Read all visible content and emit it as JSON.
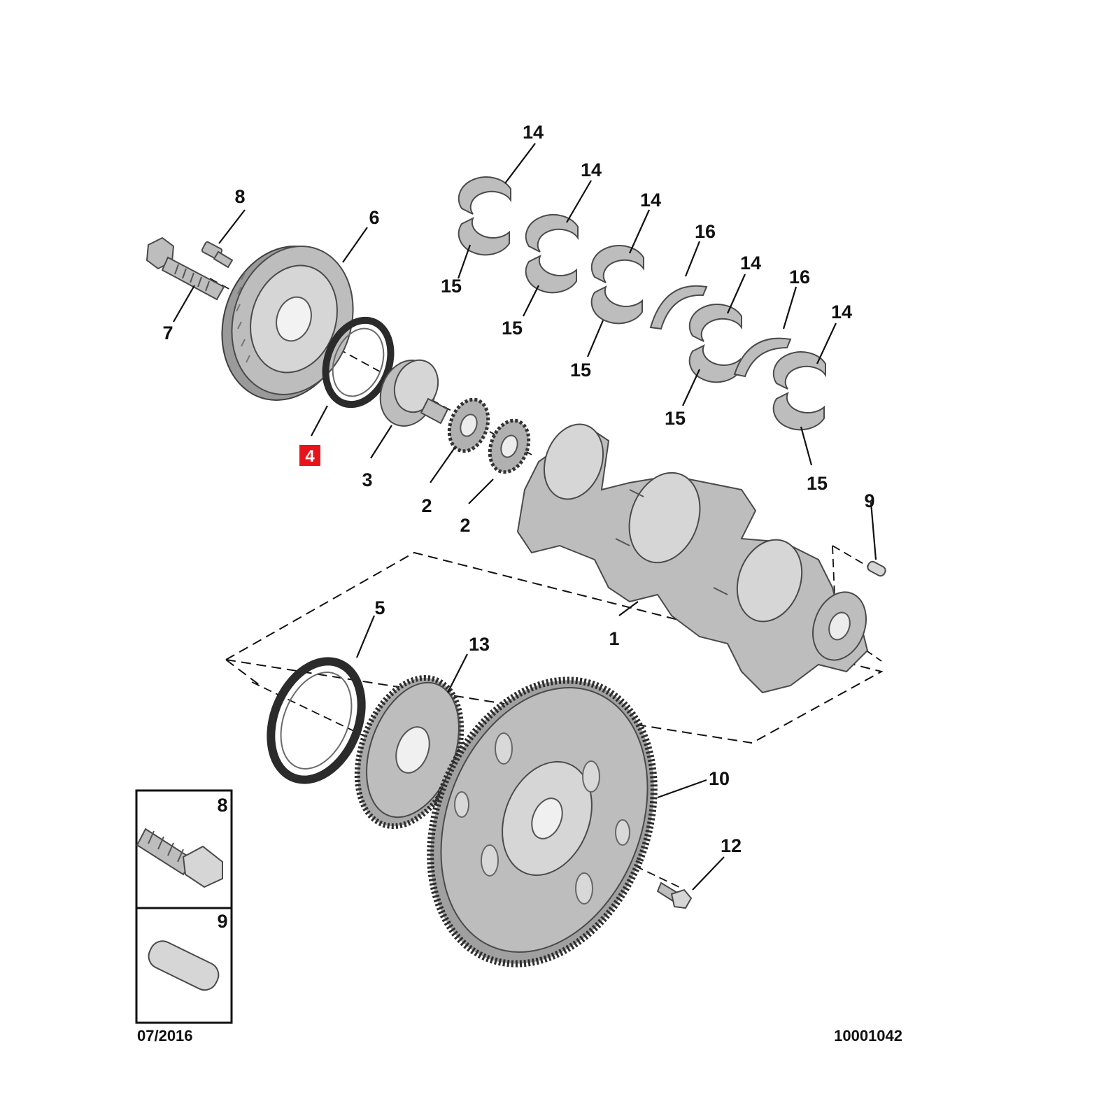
{
  "callouts": {
    "c1": "1",
    "c2a": "2",
    "c2b": "2",
    "c3": "3",
    "c4": "4",
    "c5": "5",
    "c6": "6",
    "c7": "7",
    "c8": "8",
    "c9": "9",
    "c10": "10",
    "c12": "12",
    "c13": "13",
    "c14a": "14",
    "c14b": "14",
    "c14c": "14",
    "c14d": "14",
    "c14e": "14",
    "c15a": "15",
    "c15b": "15",
    "c15c": "15",
    "c15d": "15",
    "c15e": "15",
    "c16a": "16",
    "c16b": "16"
  },
  "inset": {
    "box1_label": "8",
    "box2_label": "9"
  },
  "footer": {
    "date": "07/2016",
    "reference": "10001042"
  },
  "highlight_color": "#e8141c"
}
